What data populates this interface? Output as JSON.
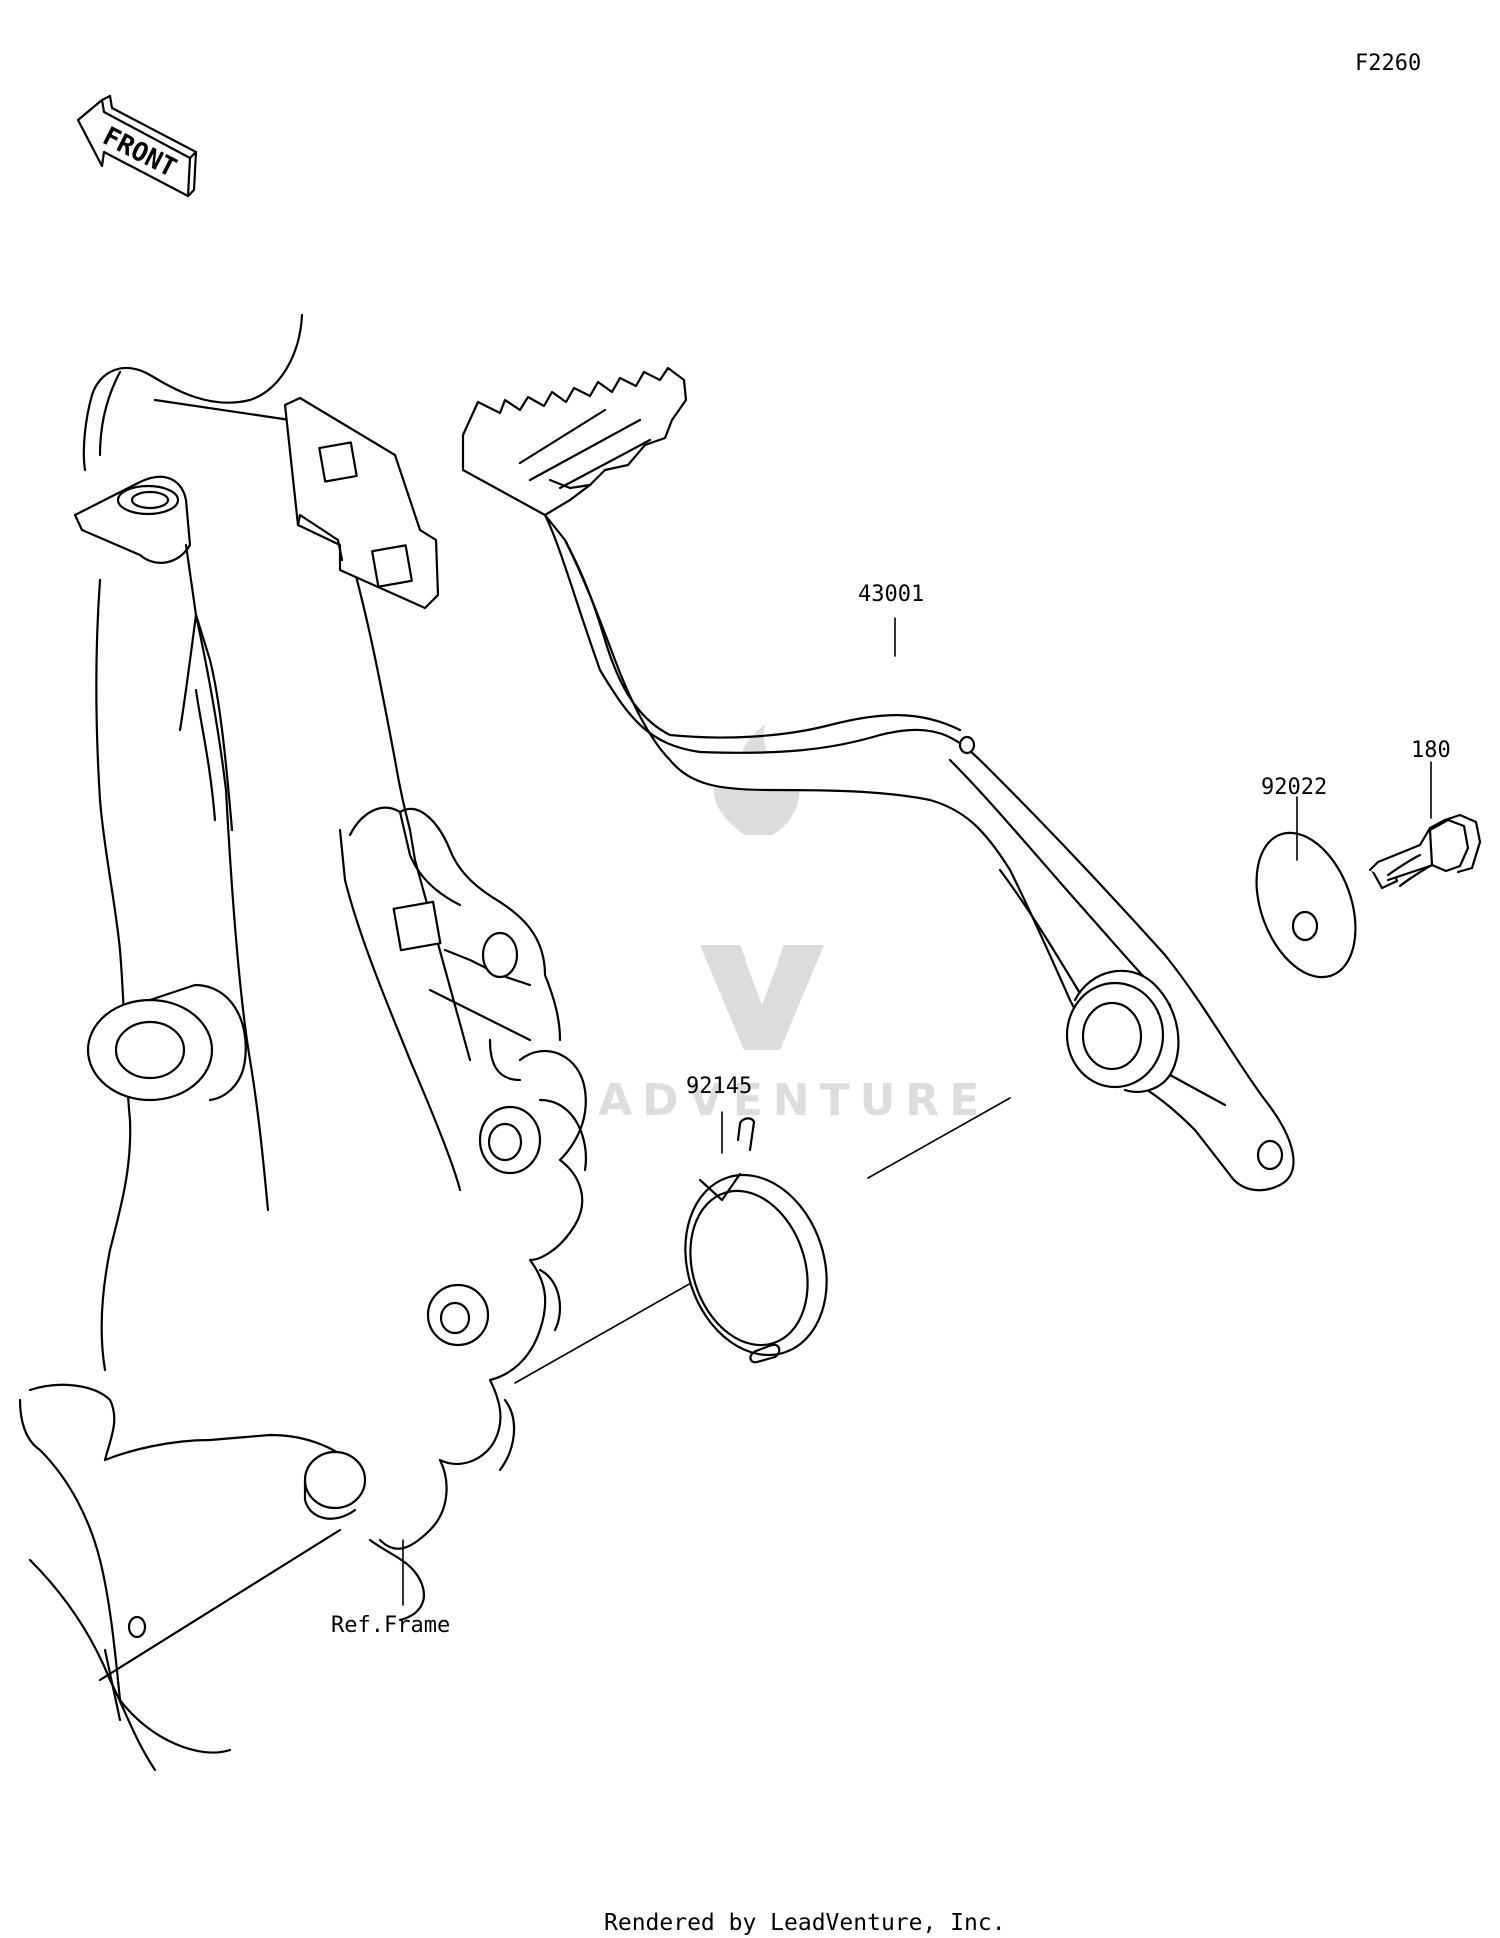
{
  "figure_code": "F2260",
  "direction_label": "FRONT",
  "part_labels": {
    "brake_pedal": "43001",
    "washer": "92022",
    "bolt": "180",
    "spring": "92145",
    "frame": "Ref.Frame"
  },
  "watermark": "LEADVENTURE",
  "footer": "Rendered by LeadVenture, Inc."
}
